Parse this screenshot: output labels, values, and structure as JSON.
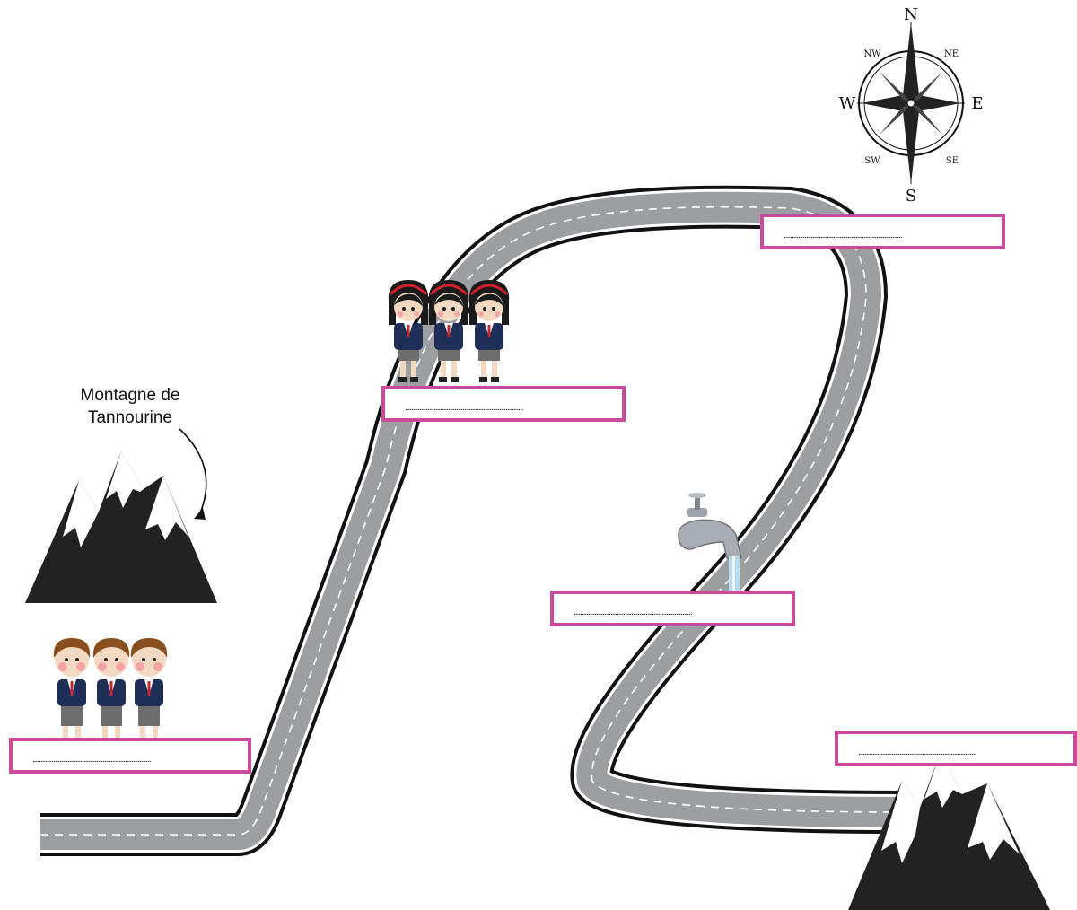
{
  "mountain_label": {
    "line1": "Montagne de",
    "line2": "Tannourine"
  },
  "compass": {
    "n": "N",
    "s": "S",
    "e": "E",
    "w": "W",
    "ne": "NE",
    "nw": "NW",
    "se": "SE",
    "sw": "SW"
  },
  "answer_boxes": [
    {
      "id": "start",
      "text": ".........................................................................."
    },
    {
      "id": "girls",
      "text": ".........................................................................."
    },
    {
      "id": "top",
      "text": ".........................................................................."
    },
    {
      "id": "tap",
      "text": ".........................................................................."
    },
    {
      "id": "end",
      "text": ".........................................................................."
    }
  ],
  "colors": {
    "box_border": "#cc4a9a",
    "road": "#9c9ea1",
    "road_edge": "#111111",
    "mountain": "#222222",
    "uniform": "#1f2e57"
  }
}
